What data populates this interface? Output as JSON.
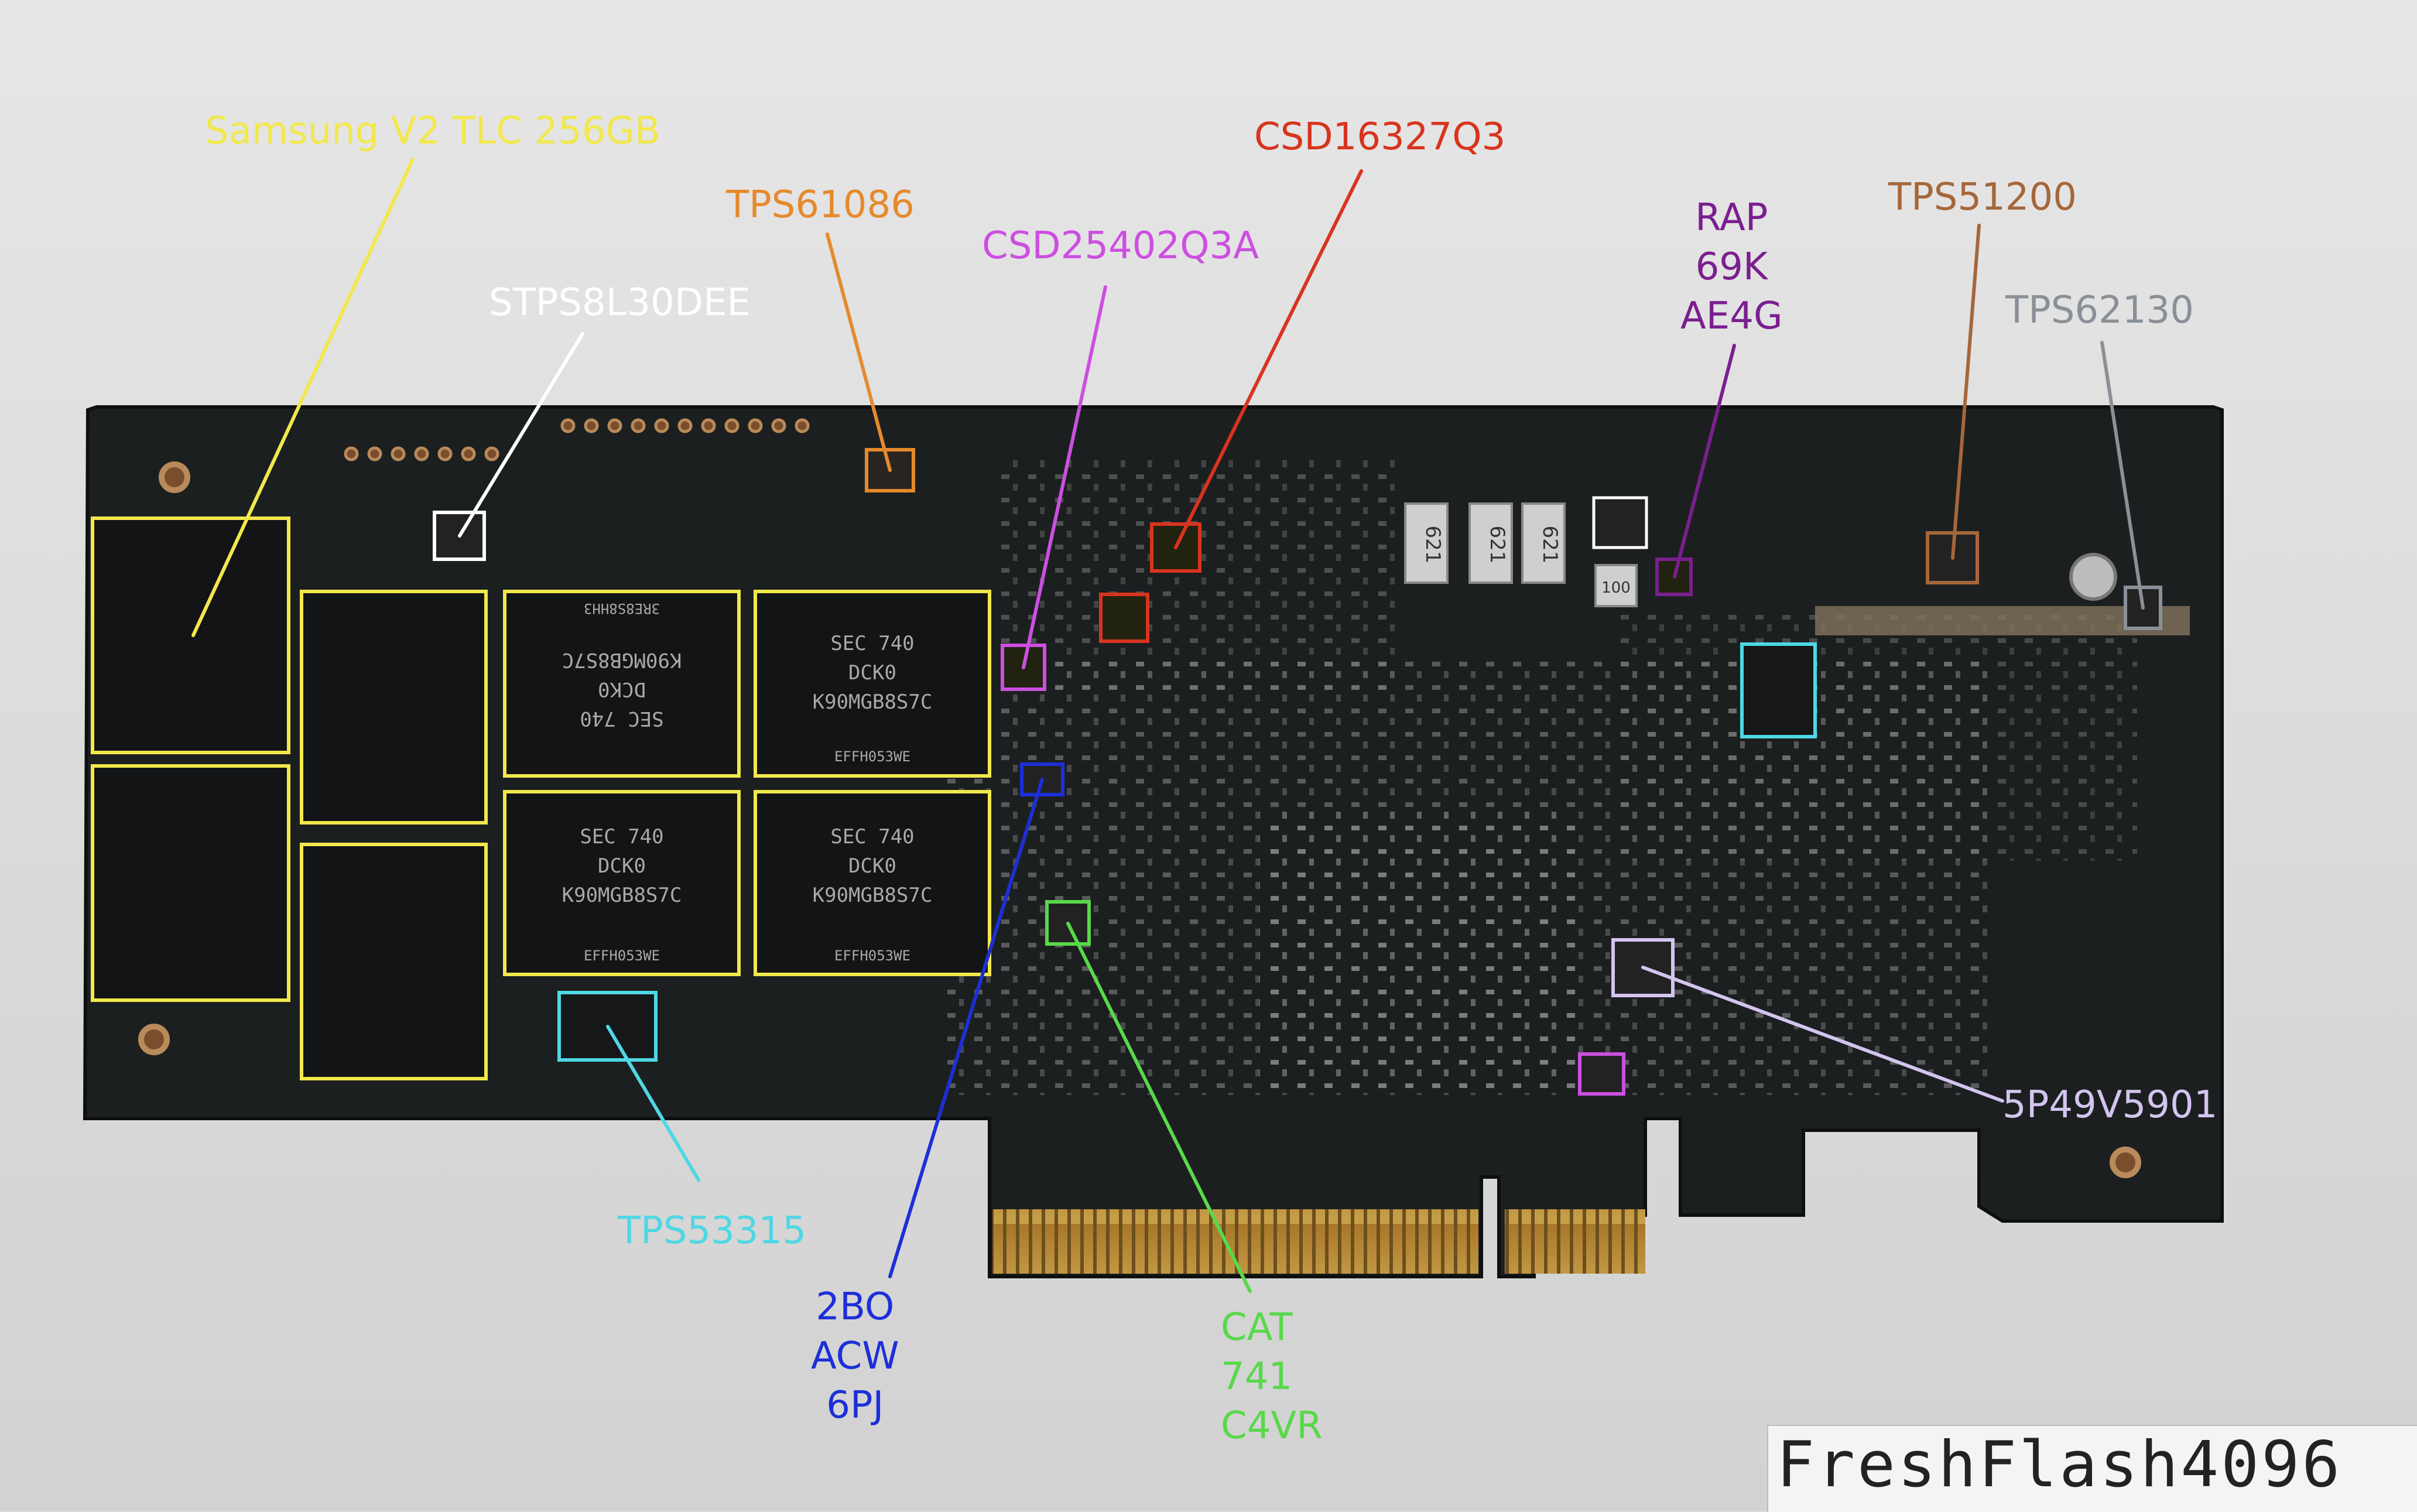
{
  "labels": {
    "nand": {
      "text": "Samsung V2 TLC 256GB",
      "color": "#f2e84b"
    },
    "schottky": {
      "text": "STPS8L30DEE",
      "color": "#ffffff"
    },
    "boost": {
      "text": "TPS61086",
      "color": "#e58a2c"
    },
    "pmosfet": {
      "text": "CSD25402Q3A",
      "color": "#cc4fe0"
    },
    "nmosfet": {
      "text": "CSD16327Q3",
      "color": "#d8341e"
    },
    "rap": {
      "lines": [
        "RAP",
        "69K",
        "AE4G"
      ],
      "color": "#7a1f8f"
    },
    "ddr_term": {
      "text": "TPS51200",
      "color": "#a5673a"
    },
    "buck": {
      "text": "TPS62130",
      "color": "#8a9097"
    },
    "buck2": {
      "text": "TPS53315",
      "color": "#4fd7e4"
    },
    "bo": {
      "lines": [
        "2BO",
        "ACW",
        "6PJ"
      ],
      "color": "#1d2fd8"
    },
    "cat": {
      "lines": [
        "CAT",
        "741",
        "C4VR"
      ],
      "color": "#58d94a"
    },
    "clock": {
      "text": "5P49V5901",
      "color": "#d3c4ef"
    }
  },
  "chip_markings": {
    "line1": "SEC 740",
    "line2": "DCK0",
    "line3": "K90MGB8S7C",
    "line4": "EFFH053WE",
    "alt_line4": "3RE8S8HH3"
  },
  "inductor_marking": "621",
  "inductor_small_marking": "100",
  "watermark": "FreshFlash4096"
}
